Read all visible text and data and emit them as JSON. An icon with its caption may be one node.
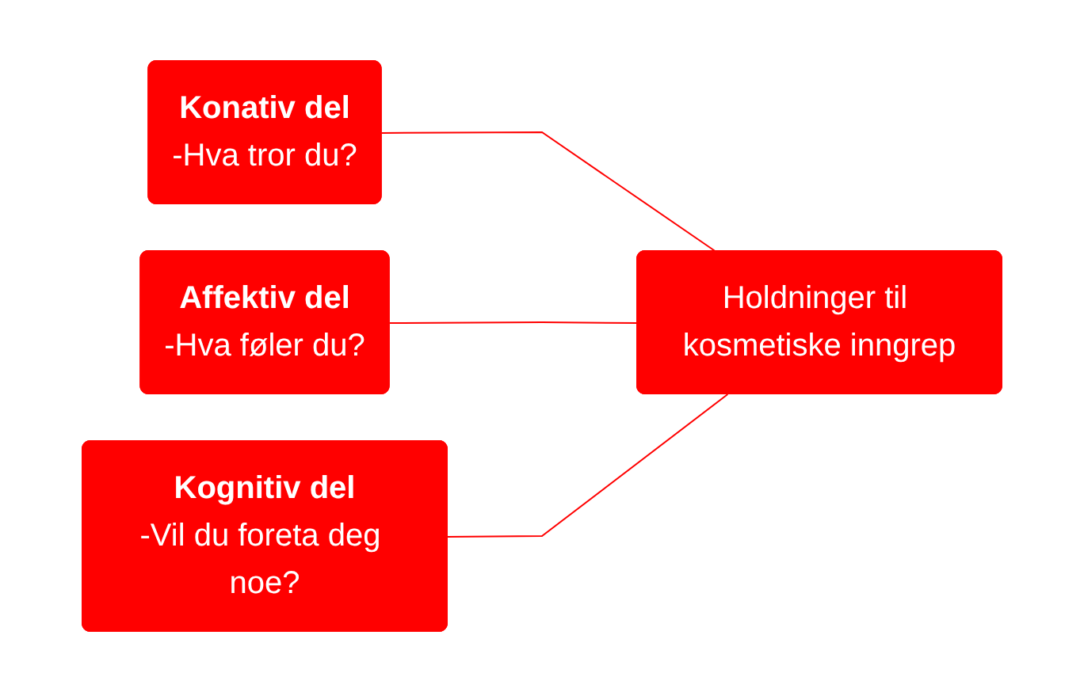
{
  "diagram": {
    "nodes": [
      {
        "text": [
          "Konativ del",
          "-Hva tror du?"
        ]
      },
      {
        "text": [
          "Affektiv del",
          "-Hva føler du?"
        ]
      },
      {
        "text": [
          "Kognitiv del",
          "-Vil du foreta deg noe?"
        ]
      },
      {
        "text": [
          "Holdninger til kosmetiske inngrep"
        ]
      }
    ],
    "edges": [
      {
        "from": 0,
        "to": 3,
        "arrow": "none",
        "color": "#ff0000"
      },
      {
        "from": 1,
        "to": 3,
        "arrow": "none",
        "color": "#ff0000"
      },
      {
        "from": 2,
        "to": 3,
        "arrow": "none",
        "color": "#ff0000"
      }
    ]
  }
}
